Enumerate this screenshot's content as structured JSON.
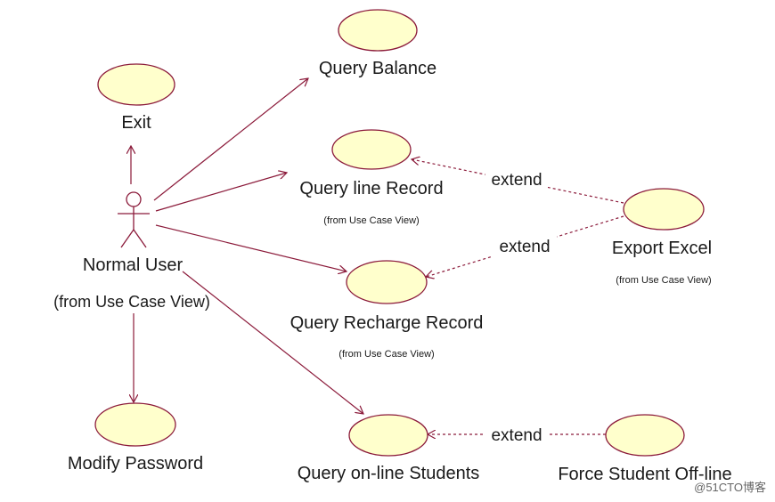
{
  "actor": {
    "name": "Normal User",
    "package": "(from Use Case View)"
  },
  "use_cases": {
    "query_balance": {
      "label": "Query Balance"
    },
    "exit": {
      "label": "Exit"
    },
    "query_line_record": {
      "label": "Query line Record",
      "package": "(from Use Case View)"
    },
    "export_excel": {
      "label": "Export Excel",
      "package": "(from Use Case View)"
    },
    "query_recharge_record": {
      "label": "Query Recharge Record",
      "package": "(from Use Case View)"
    },
    "modify_password": {
      "label": "Modify Password"
    },
    "query_online_students": {
      "label": "Query on-line Students"
    },
    "force_student_offline": {
      "label": "Force Student Off-line"
    }
  },
  "relations": {
    "extend_line_record": "extend",
    "extend_recharge_record": "extend",
    "extend_online_students": "extend"
  },
  "watermark": "@51CTO博客",
  "colors": {
    "usecase_fill": "#ffffcc",
    "line": "#8b1a3a"
  }
}
